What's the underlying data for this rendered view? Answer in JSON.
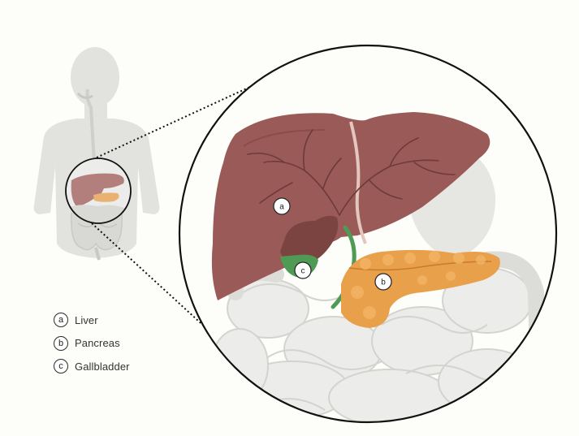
{
  "legend": [
    {
      "letter": "a",
      "label": "Liver"
    },
    {
      "letter": "b",
      "label": "Pancreas"
    },
    {
      "letter": "c",
      "label": "Gallbladder"
    }
  ],
  "markers": {
    "liver": "a",
    "pancreas": "b",
    "gallbladder": "c"
  },
  "colors": {
    "liver": "#9a5a57",
    "liver_dark": "#7c4441",
    "pancreas": "#e9a04a",
    "gallbladder": "#4f9a55",
    "intestine": "#e4e4e1",
    "silhouette": "#e0e0dd",
    "outline": "#111111"
  }
}
